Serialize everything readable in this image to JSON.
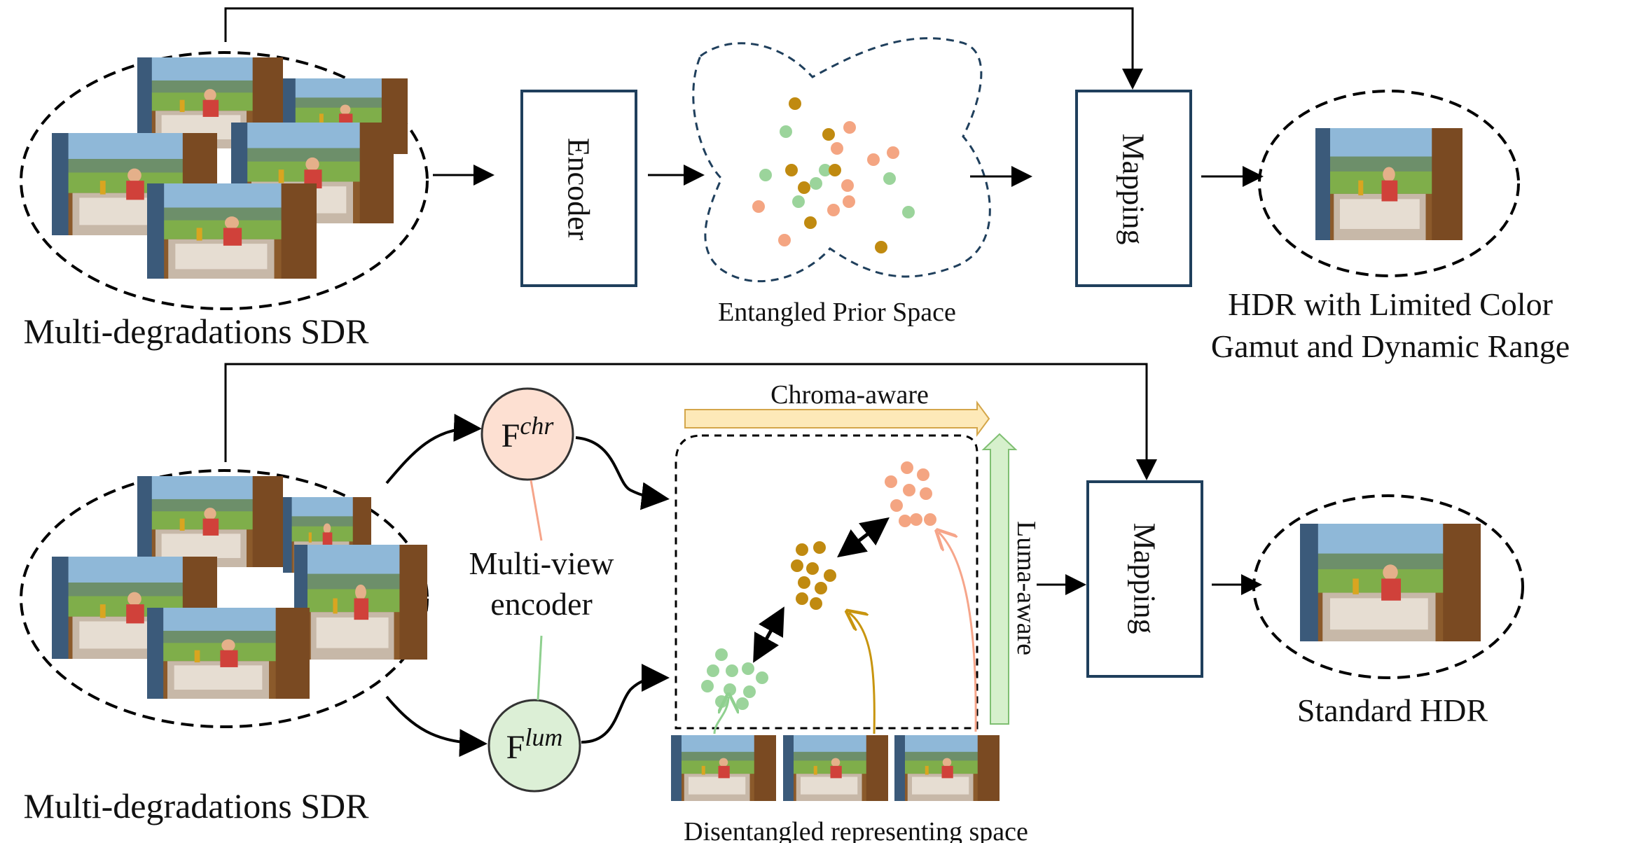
{
  "top_row": {
    "input_label": "Multi-degradations SDR",
    "encoder_label": "Encoder",
    "prior_space_label": "Entangled Prior Space",
    "mapping_label": "Mapping",
    "output_label_line1": "HDR with Limited Color",
    "output_label_line2": "Gamut and Dynamic Range"
  },
  "bottom_row": {
    "input_label": "Multi-degradations SDR",
    "chroma_encoder_base": "F",
    "chroma_encoder_sup": "chr",
    "lum_encoder_base": "F",
    "lum_encoder_sup": "lum",
    "multiview_line1": "Multi-view",
    "multiview_line2": "encoder",
    "chroma_arrow_label": "Chroma-aware",
    "luma_arrow_label": "Luma-aware",
    "space_label": "Disentangled representing space",
    "mapping_label": "Mapping",
    "output_label": "Standard HDR"
  },
  "colors": {
    "box_border": "#1f3f5c",
    "dot_orange": "#f4a582",
    "dot_gold": "#c08a10",
    "dot_green": "#9bd49b",
    "chroma_node_fill": "#fde0d2",
    "chroma_node_stroke": "#333333",
    "lum_node_fill": "#dcefd6",
    "chroma_arrow_fill": "#fde9b8",
    "luma_arrow_fill": "#d6f0cc",
    "link_orange": "#f6a58a",
    "link_green": "#8fd08f",
    "link_gold": "#c8950f"
  }
}
